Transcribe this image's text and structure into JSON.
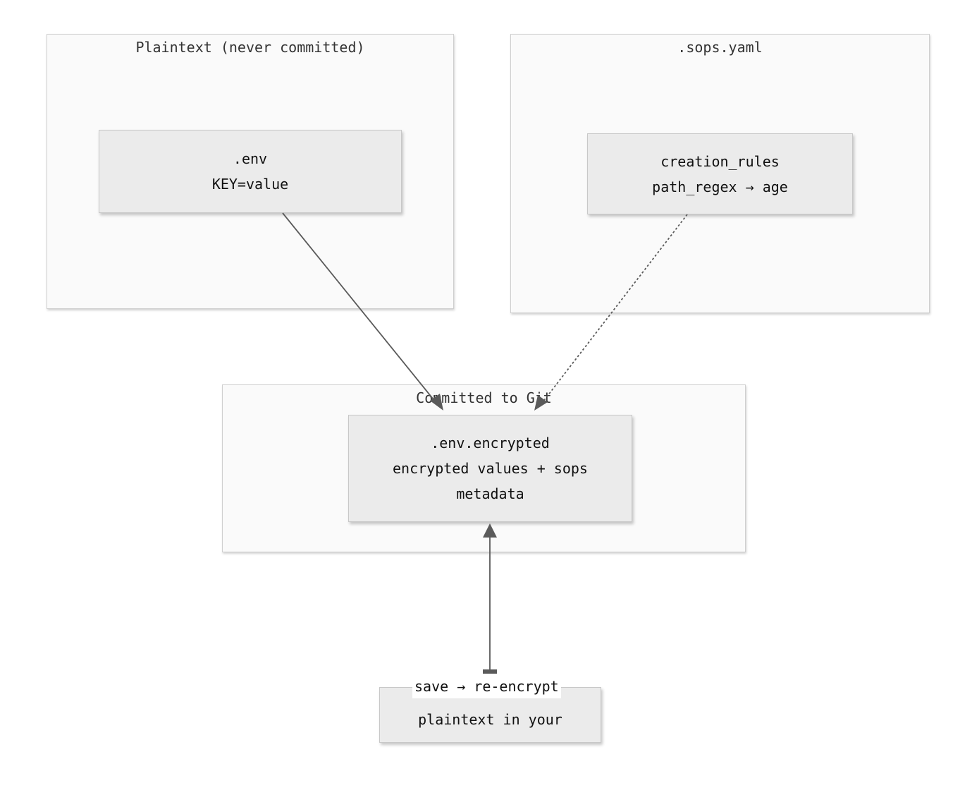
{
  "groups": {
    "plaintext": {
      "title": "Plaintext (never committed)"
    },
    "sops_config": {
      "title": ".sops.yaml"
    },
    "git": {
      "title": "Committed to Git"
    }
  },
  "nodes": {
    "env": {
      "line1": ".env",
      "line2": "KEY=value"
    },
    "rules": {
      "line1": "creation_rules",
      "line2": "path_regex → age"
    },
    "encrypted": {
      "line1": ".env.encrypted",
      "line2": "encrypted values + sops",
      "line3": "metadata"
    },
    "editor": {
      "line1": "plaintext in your"
    }
  },
  "edges": {
    "edit_label": "save → re-encrypt"
  },
  "colors": {
    "edge": "#5a5a5a",
    "group_fill": "#fafafa",
    "node_fill": "#ebebeb"
  }
}
